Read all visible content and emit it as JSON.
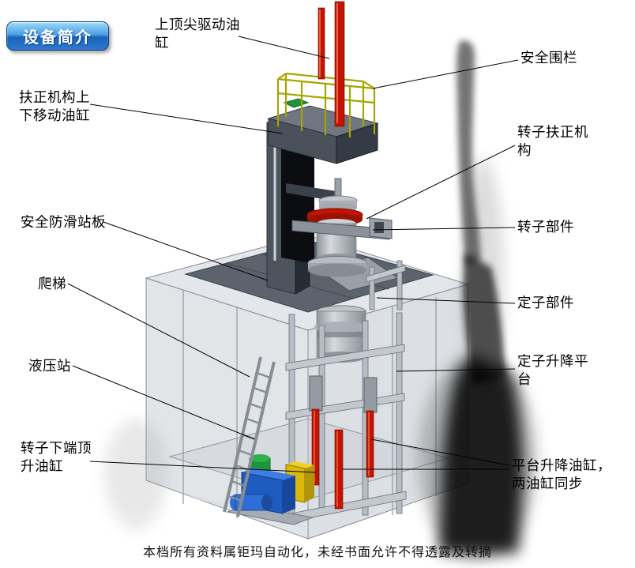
{
  "badge": {
    "label": "设备简介"
  },
  "labels": {
    "top_cylinder": "上顶尖驱动油缸",
    "safety_fence": "安全围栏",
    "centering_updown_cylinder": "扶正机构上下移动油缸",
    "rotor_centering": "转子扶正机构",
    "antislip_plate": "安全防滑站板",
    "rotor_part": "转子部件",
    "ladder": "爬梯",
    "stator_part": "定子部件",
    "hydraulic_station": "液压站",
    "stator_lift_platform": "定子升降平台",
    "rotor_jack_cylinder": "转子下端顶升油缸",
    "platform_lift_cylinder": "平台升降油缸，两油缸同步"
  },
  "footer": {
    "text": "本档所有资料属钜玛自动化，未经书面允许不得透露及转摘"
  },
  "colors": {
    "badge_blue": "#1a63b8",
    "cylinder_red": "#c41300",
    "railing_yellow": "#a8a400",
    "hydraulic_blue": "#1e5cc0",
    "pump_green": "#1c9638",
    "power_unit_yellow": "#d9b80a"
  }
}
